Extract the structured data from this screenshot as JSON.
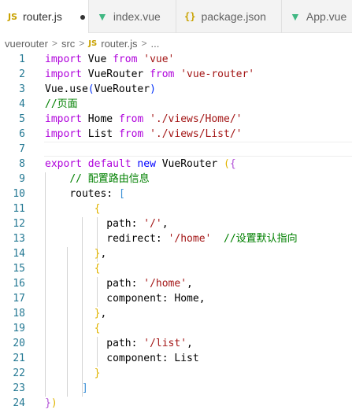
{
  "tabs": [
    {
      "label": "router.js",
      "icon": "js-file-icon",
      "active": true,
      "dirty_marker": "●"
    },
    {
      "label": "index.vue",
      "icon": "vue-file-icon"
    },
    {
      "label": "package.json",
      "icon": "json-file-icon"
    },
    {
      "label": "App.vue",
      "icon": "vue-file-icon"
    }
  ],
  "icon_glyphs": {
    "js": "JS",
    "vue": "▼",
    "json": "{}"
  },
  "breadcrumb": {
    "parts": [
      "vuerouter",
      "src",
      "router.js",
      "..."
    ],
    "separator": ">"
  },
  "editor": {
    "line_numbers": [
      "1",
      "2",
      "3",
      "4",
      "5",
      "6",
      "7",
      "8",
      "9",
      "10",
      "11",
      "12",
      "13",
      "14",
      "15",
      "16",
      "17",
      "18",
      "19",
      "20",
      "21",
      "22",
      "23",
      "24"
    ],
    "lines": [
      [
        {
          "t": "import ",
          "c": "ctl"
        },
        {
          "t": "Vue ",
          "c": "id"
        },
        {
          "t": "from ",
          "c": "ctl"
        },
        {
          "t": "'vue'",
          "c": "str"
        }
      ],
      [
        {
          "t": "import ",
          "c": "ctl"
        },
        {
          "t": "VueRouter ",
          "c": "id"
        },
        {
          "t": "from ",
          "c": "ctl"
        },
        {
          "t": "'vue-router'",
          "c": "str"
        }
      ],
      [
        {
          "t": "Vue",
          "c": "id"
        },
        {
          "t": ".use",
          "c": "id"
        },
        {
          "t": "(",
          "c": "br1"
        },
        {
          "t": "VueRouter",
          "c": "id"
        },
        {
          "t": ")",
          "c": "br1"
        }
      ],
      [
        {
          "t": "//页面",
          "c": "cmt"
        }
      ],
      [
        {
          "t": "import ",
          "c": "ctl"
        },
        {
          "t": "Home ",
          "c": "id"
        },
        {
          "t": "from ",
          "c": "ctl"
        },
        {
          "t": "'./views/Home/'",
          "c": "str"
        }
      ],
      [
        {
          "t": "import ",
          "c": "ctl"
        },
        {
          "t": "List ",
          "c": "id"
        },
        {
          "t": "from ",
          "c": "ctl"
        },
        {
          "t": "'./views/List/'",
          "c": "str"
        }
      ],
      [],
      [
        {
          "t": "export ",
          "c": "ctl"
        },
        {
          "t": "default ",
          "c": "ctl"
        },
        {
          "t": "new ",
          "c": "kw"
        },
        {
          "t": "VueRouter ",
          "c": "id"
        },
        {
          "t": "(",
          "c": "brA"
        },
        {
          "t": "{",
          "c": "brB"
        }
      ],
      [
        {
          "t": "    ",
          "c": "id"
        },
        {
          "t": "// 配置路由信息",
          "c": "cmt"
        }
      ],
      [
        {
          "t": "    ",
          "c": "id"
        },
        {
          "t": "routes",
          "c": "id"
        },
        {
          "t": ": ",
          "c": "id"
        },
        {
          "t": "[",
          "c": "brC"
        }
      ],
      [
        {
          "t": "        ",
          "c": "id"
        },
        {
          "t": "{",
          "c": "brA"
        }
      ],
      [
        {
          "t": "          ",
          "c": "id"
        },
        {
          "t": "path",
          "c": "id"
        },
        {
          "t": ": ",
          "c": "id"
        },
        {
          "t": "'/'",
          "c": "str"
        },
        {
          "t": ",",
          "c": "id"
        }
      ],
      [
        {
          "t": "          ",
          "c": "id"
        },
        {
          "t": "redirect",
          "c": "id"
        },
        {
          "t": ": ",
          "c": "id"
        },
        {
          "t": "'/home'",
          "c": "str"
        },
        {
          "t": "  ",
          "c": "id"
        },
        {
          "t": "//设置默认指向",
          "c": "cmt"
        }
      ],
      [
        {
          "t": "        ",
          "c": "id"
        },
        {
          "t": "}",
          "c": "brA"
        },
        {
          "t": ",",
          "c": "id"
        }
      ],
      [
        {
          "t": "        ",
          "c": "id"
        },
        {
          "t": "{",
          "c": "brA"
        }
      ],
      [
        {
          "t": "          ",
          "c": "id"
        },
        {
          "t": "path",
          "c": "id"
        },
        {
          "t": ": ",
          "c": "id"
        },
        {
          "t": "'/home'",
          "c": "str"
        },
        {
          "t": ",",
          "c": "id"
        }
      ],
      [
        {
          "t": "          ",
          "c": "id"
        },
        {
          "t": "component",
          "c": "id"
        },
        {
          "t": ": ",
          "c": "id"
        },
        {
          "t": "Home",
          "c": "id"
        },
        {
          "t": ",",
          "c": "id"
        }
      ],
      [
        {
          "t": "        ",
          "c": "id"
        },
        {
          "t": "}",
          "c": "brA"
        },
        {
          "t": ",",
          "c": "id"
        }
      ],
      [
        {
          "t": "        ",
          "c": "id"
        },
        {
          "t": "{",
          "c": "brA"
        }
      ],
      [
        {
          "t": "          ",
          "c": "id"
        },
        {
          "t": "path",
          "c": "id"
        },
        {
          "t": ": ",
          "c": "id"
        },
        {
          "t": "'/list'",
          "c": "str"
        },
        {
          "t": ",",
          "c": "id"
        }
      ],
      [
        {
          "t": "          ",
          "c": "id"
        },
        {
          "t": "component",
          "c": "id"
        },
        {
          "t": ": ",
          "c": "id"
        },
        {
          "t": "List",
          "c": "id"
        }
      ],
      [
        {
          "t": "        ",
          "c": "id"
        },
        {
          "t": "}",
          "c": "brA"
        }
      ],
      [
        {
          "t": "      ",
          "c": "id"
        },
        {
          "t": "]",
          "c": "brC"
        }
      ],
      [
        {
          "t": "}",
          "c": "brB"
        },
        {
          "t": ")",
          "c": "brA"
        }
      ]
    ]
  },
  "colors": {
    "keyword_control": "#af00db",
    "keyword": "#0000ff",
    "string": "#a31515",
    "comment": "#008000",
    "line_number": "#237893",
    "vue_icon": "#41b883",
    "js_icon": "#c9a200"
  }
}
